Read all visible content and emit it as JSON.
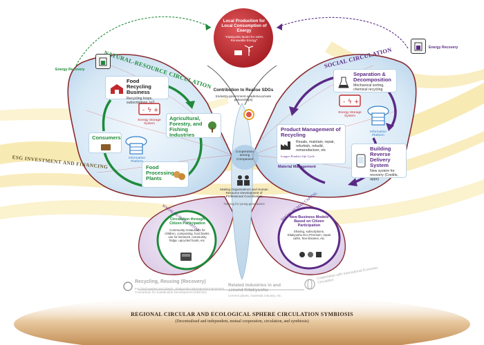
{
  "top_center": {
    "title": "Local Production for Local Consumption of Energy",
    "subtitle": "\"Kitakyushu Model for 100% Renewable Energy\""
  },
  "left_wing": {
    "arc_title": "NATURAL-RESOURCE CIRCULATION",
    "energy_recovery": "Energy Recovery",
    "food_recycling": {
      "title": "Food Recycling Business",
      "desc": "Recycling loops, subscriptions, IoT"
    },
    "agri": {
      "title": "Agricultural, Forestry, and Fishing Industries"
    },
    "consumers": {
      "title": "Consumers"
    },
    "food_processing": {
      "title": "Food Processing Plants"
    },
    "energy_storage": "Energy Storage System",
    "info_platform": "Information Platform"
  },
  "right_wing": {
    "arc_title": "SOCIAL CIRCULATION",
    "energy_recovery": "Energy Recovery",
    "separation": {
      "title": "Separation & Decomposition",
      "desc": "Mechanical sorting, chemical recycling"
    },
    "energy_storage": "Energy Storage System",
    "info_platform": "Information Platform",
    "product_mgmt": {
      "title": "Product Management of Recycling",
      "desc": "Resale, maintain, repair, refurbish, rebuild, remanufacture, etc",
      "note": "Longer Product Life Cycle"
    },
    "material_mgmt": "Material Management",
    "reverse_delivery": {
      "title": "Building Reverse Delivery System",
      "desc": "New system for recovery (Credits, apps)"
    }
  },
  "body": {
    "sdgs_title": "Contribution to Realise SDGs",
    "sdgs_sub": "(Industry-government-academia-private partnerships)",
    "cooperation": "Cooperation among Companies",
    "making_orgs": "Making Organisations and Human Resource Development of Professional Coordinators",
    "training": "Training for young generations"
  },
  "bottom_left_wing": {
    "arc_title": "SOCIAL/HUMAN CAPITAL",
    "title": "Circulation through Citizen Participation",
    "desc": "Community restaurants for children, composting, food banks, use for livestock, community fridge, upcycled foods, etc."
  },
  "bottom_right_wing": {
    "arc_title": "SOCIAL/HUMAN CAPITAL",
    "title": "New Business Models Based on Citizen Participation",
    "desc": "Sharing, subscriptions, Kitakyushu Eco Premium, repair cafés, free libraries, etc."
  },
  "bottom_row": {
    "recycling_title": "Recycling, Reusing (Recovery)",
    "recycling_desc": "For food wastes and plastic, Kitakyushu Management Business Consortium for Sustainable Development (KBCSD)",
    "related_title": "Related Industries in and around Kitakyushu",
    "related_desc": "Cement plants, materials industry, etc.",
    "cooperation_title": "Cooperation with International Economic Circulation"
  },
  "esg_label": "ESG INVESTMENT AND FINANCING",
  "footer": {
    "title": "REGIONAL CIRCULAR AND ECOLOGICAL SPHERE CIRCULATION SYMBIOSIS",
    "subtitle": "(Decentralised and independent, mutual cooperation, circulation, and symbiosis)"
  },
  "colors": {
    "green": "#1e8a3a",
    "purple": "#5b2a86",
    "red": "#c0282d",
    "wing_blue": "#cfe3f2",
    "bottom_wing": "#e6dcef",
    "gold": "#f3df8a",
    "earth": "#b9814a"
  }
}
